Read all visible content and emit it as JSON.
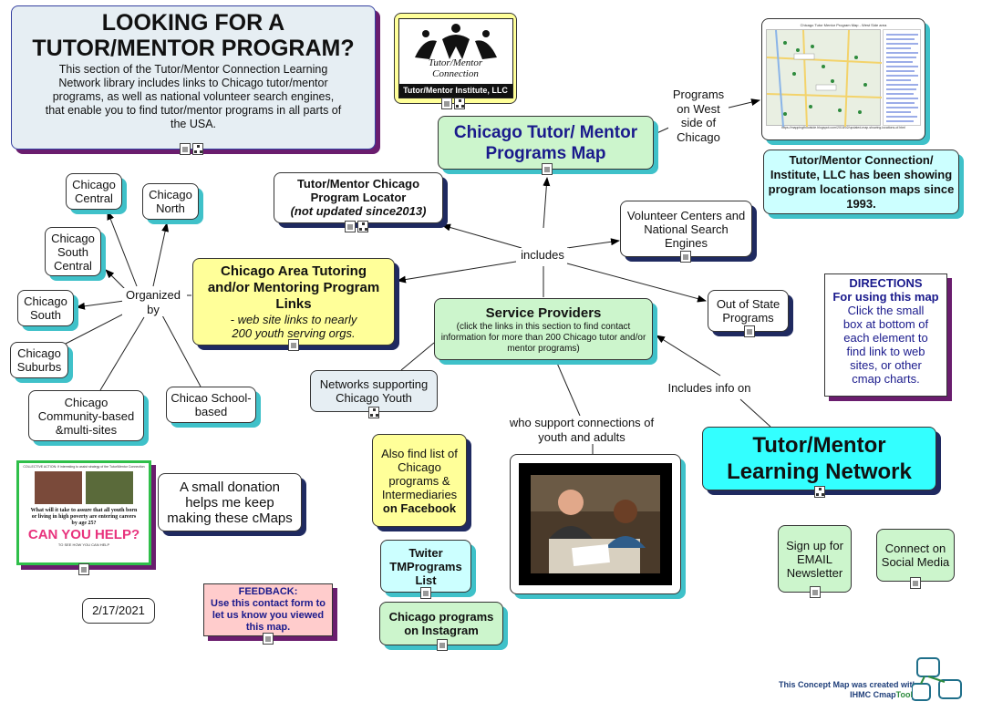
{
  "looking": {
    "title": "LOOKING FOR A TUTOR/MENTOR PROGRAM?",
    "body": "This section of the Tutor/Mentor Connection Learning Network library includes links to Chicago tutor/mentor programs, as well as national volunteer search engines, that enable you to find tutor/mentor programs in all parts of the USA."
  },
  "logo": {
    "script": "Tutor/Mentor Connection",
    "bar": "Tutor/Mentor Institute, LLC"
  },
  "programs_map": {
    "title": "Chicago Tutor/ Mentor Programs Map"
  },
  "west_side": {
    "label": "Programs on West side of Chicago"
  },
  "map_thumb": {
    "title": "Chicago Tutor Mentor Program Map - West Side area",
    "url": "https://mappingthoutside.blogspot.com/2018/02/updated-map-showing-locations-of.html"
  },
  "institute": {
    "text": "Tutor/Mentor Connection/ Institute, LLC has been showing program locationson maps since 1993."
  },
  "locator": {
    "line1": "Tutor/Mentor Chicago Program Locator",
    "line2": "(not updated since2013)"
  },
  "includes": {
    "label": "includes"
  },
  "volunteer": {
    "text": "Volunteer Centers and National Search Engines"
  },
  "out_of_state": {
    "text": "Out of State Programs"
  },
  "directions": {
    "title": "DIRECTIONS",
    "subtitle": "For using this map",
    "body": "Click the small box at bottom of each element to find link to web sites, or other cmap charts."
  },
  "area_links": {
    "title": "Chicago Area Tutoring and/or Mentoring Program Links",
    "sub": "- web site links to nearly 200 youth serving orgs."
  },
  "organized": {
    "label": "Organized by"
  },
  "regions": {
    "central": "Chicago Central",
    "north": "Chicago North",
    "south_central": "Chicago South Central",
    "south": "Chicago South",
    "suburbs": "Chicago Suburbs",
    "community": "Chicago Community-based &multi-sites",
    "school": "Chicao School-based"
  },
  "providers": {
    "title": "Service Providers",
    "body": "(click the links in this section to find contact information for more than 200 Chicago tutor and/or mentor programs)"
  },
  "networks": {
    "text": "Networks supporting Chicago Youth"
  },
  "includes_info": {
    "label": "Includes info on"
  },
  "who_support": {
    "label": "who support connections of youth and adults"
  },
  "learning_network": {
    "title": "Tutor/Mentor Learning Network"
  },
  "facebook": {
    "line1": "Also find list of Chicago programs & Intermediaries",
    "line2": "on Facebook"
  },
  "twitter": {
    "text": "Twiter TMPrograms List"
  },
  "instagram": {
    "text": "Chicago programs on Instagram"
  },
  "donation": {
    "text": "A small donation helps me keep making these cMaps"
  },
  "poster": {
    "header": "COLLECTIVE ACTION: If interesting to assist strategy of the Tutor/Mentor Connection",
    "question": "What will it take to assure that all youth born or living in high poverty are entering careers by age 25?",
    "big": "CAN YOU HELP?",
    "foot": "TO SEE HOW YOU CAN HELP"
  },
  "date": {
    "text": "2/17/2021"
  },
  "feedback": {
    "title": "FEEDBACK:",
    "body": "Use this contact form to let us know you viewed this map."
  },
  "signup": {
    "text": "Sign up for EMAIL Newsletter"
  },
  "social": {
    "text": "Connect on Social Media"
  },
  "footer": {
    "line1": "This Concept Map was created with",
    "brand": "IHMC Cmap",
    "brand2": "Tools"
  },
  "colors": {
    "blue_node": "#e6eef3",
    "green_node": "#ccf5cc",
    "yellow_node": "#ffff99",
    "cyan_node": "#33ffff",
    "light_cyan": "#ccffff",
    "pink_node": "#ffcccc",
    "title_blue": "#1a1a8c"
  }
}
